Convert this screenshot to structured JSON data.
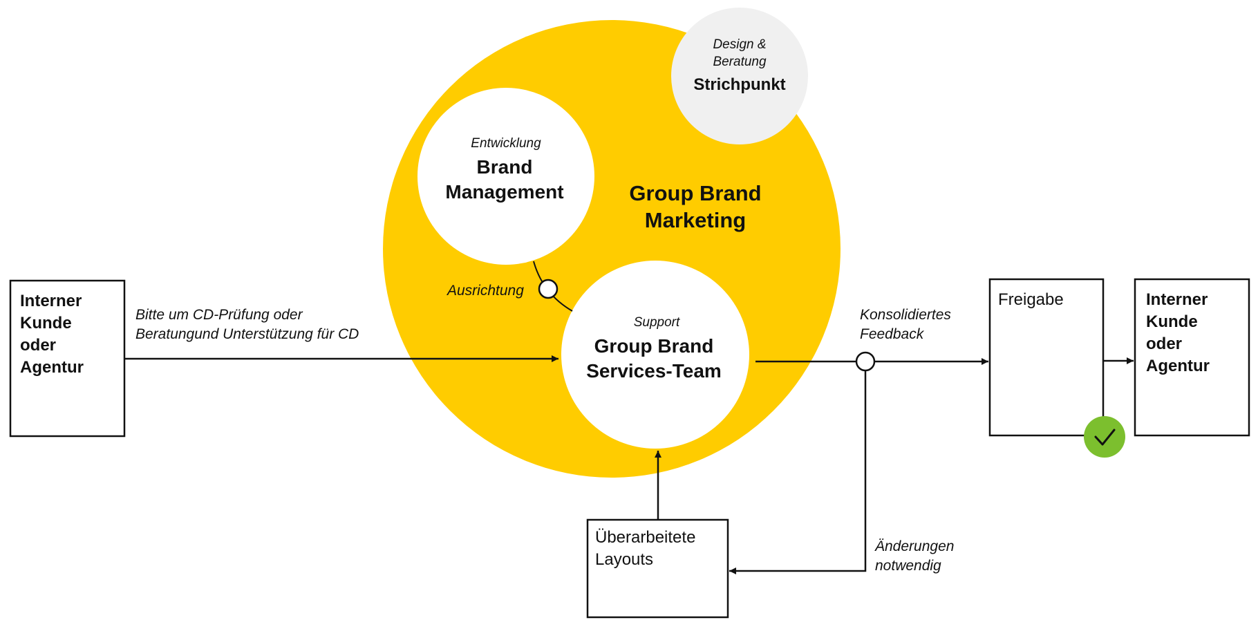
{
  "colors": {
    "brand_yellow": "#FFCC00",
    "satellite_grey": "#F0F0F0",
    "approval_green": "#7CBF2E",
    "stroke": "#111111",
    "white": "#FFFFFF"
  },
  "group_brand_marketing": {
    "title_line1": "Group Brand",
    "title_line2": "Marketing"
  },
  "strichpunkt": {
    "role_line1": "Design &",
    "role_line2": "Beratung",
    "name": "Strichpunkt"
  },
  "brand_management": {
    "role": "Entwicklung",
    "name_line1": "Brand",
    "name_line2": "Management"
  },
  "services_team": {
    "role": "Support",
    "name_line1": "Group Brand",
    "name_line2": "Services-Team"
  },
  "alignment": {
    "label": "Ausrichtung"
  },
  "internal_client_left": {
    "line1": "Interner",
    "line2": "Kunde",
    "line3": "oder",
    "line4": "Agentur"
  },
  "request": {
    "line1": "Bitte um CD-Prüfung oder",
    "line2": "Beratungund Unterstützung für CD"
  },
  "feedback": {
    "line1": "Konsolidiertes",
    "line2": "Feedback"
  },
  "approval": {
    "label": "Freigabe",
    "icon": "check-icon"
  },
  "internal_client_right": {
    "line1": "Interner",
    "line2": "Kunde",
    "line3": "oder",
    "line4": "Agentur"
  },
  "revised_layouts": {
    "line1": "Überarbeitete",
    "line2": "Layouts"
  },
  "changes": {
    "line1": "Änderungen",
    "line2": "notwendig"
  }
}
